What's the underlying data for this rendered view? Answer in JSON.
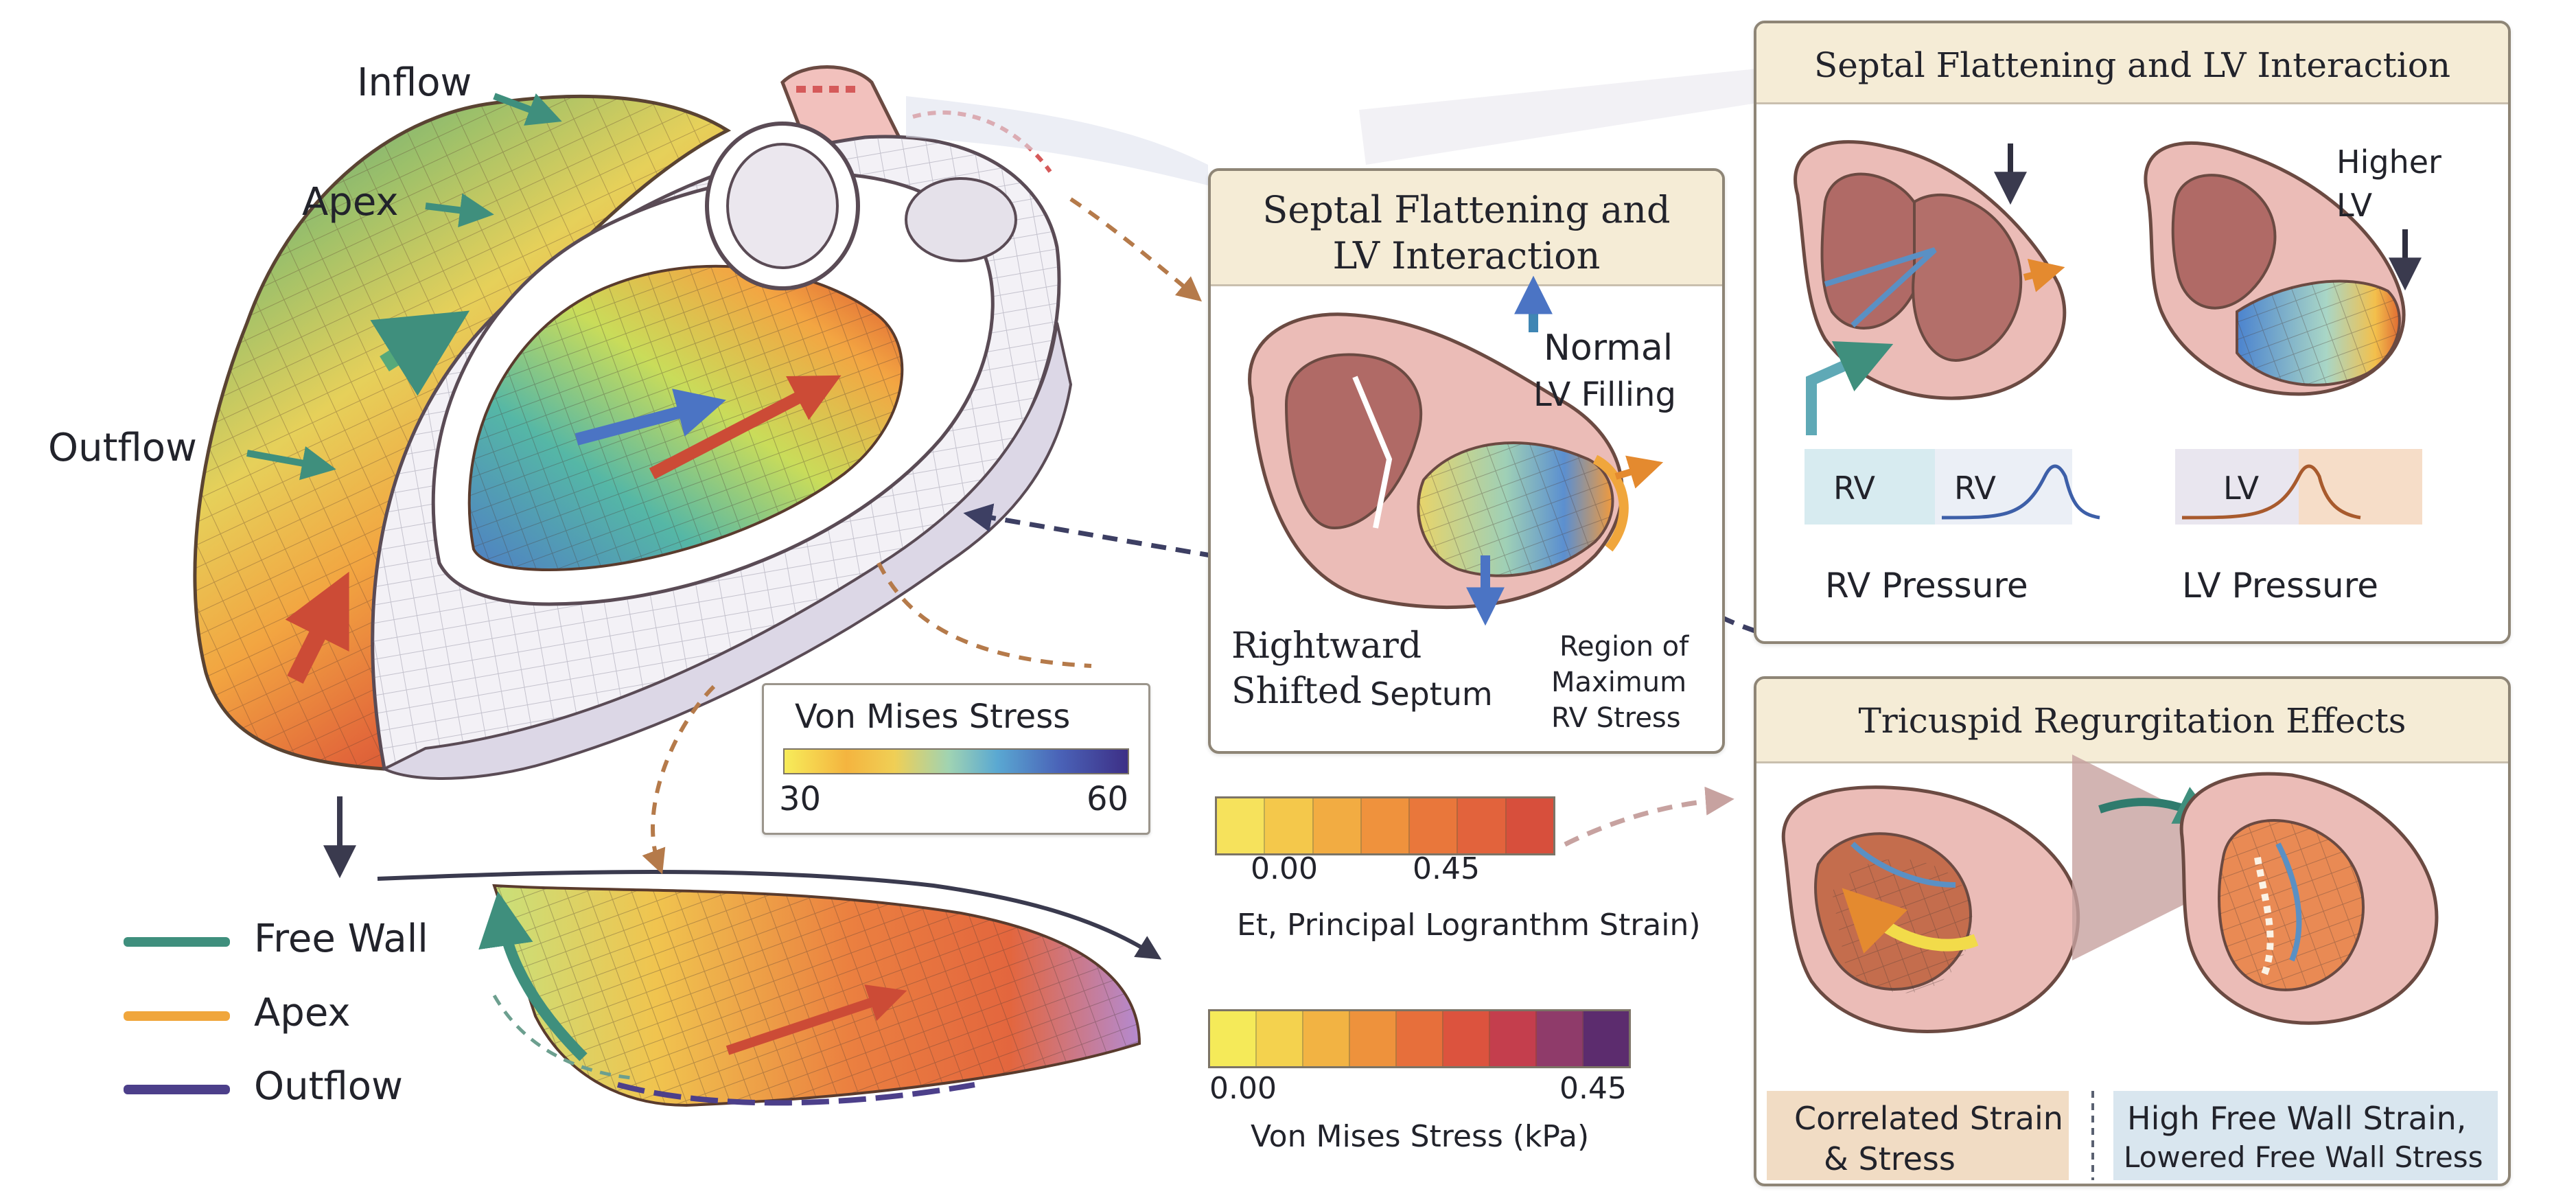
{
  "heart": {
    "label_inflow": "Inflow",
    "label_apex": "Apex",
    "label_outflow": "Outflow"
  },
  "legend": {
    "items": [
      {
        "label": "Free Wall",
        "color": "#3f8f7d"
      },
      {
        "label": "Apex",
        "color": "#f0a63c"
      },
      {
        "label": "Outflow",
        "color": "#4c3f8a"
      }
    ]
  },
  "von_mises_scale": {
    "title": "Von Mises Stress",
    "min_label": "30",
    "max_label": "60"
  },
  "strain_scale": {
    "min_label": "0.00",
    "max_label": "0.45",
    "caption": "Et, Principal Logranthm Strain)"
  },
  "stress_scale": {
    "min_label": "0.00",
    "max_label": "0.45",
    "caption": "Von Mises Stress (kPa)"
  },
  "center_panel": {
    "title_line1": "Septal Flattening and",
    "title_line2": "LV Interaction",
    "normal_label": "Normal",
    "lv_filling_label": "LV Filling",
    "rightward_line1": "Rightward",
    "rightward_line2": "Shifted",
    "septum_label": "Septum",
    "region_line1": "Region of",
    "region_line2": "Maximum",
    "region_line3": "RV Stress"
  },
  "right_top_panel": {
    "title": "Septal Flattening and LV Interaction",
    "higher_line1": "Higher",
    "higher_line2": "LV",
    "rv_label_a": "RV",
    "rv_label_b": "RV",
    "lv_label": "LV",
    "rv_pressure": "RV Pressure",
    "lv_pressure": "LV Pressure"
  },
  "right_bottom_panel": {
    "title": "Tricuspid Regurgitation Effects",
    "left_caption_line1": "Correlated Strain",
    "left_caption_line2": "& Stress",
    "right_caption_line1": "High Free Wall Strain,",
    "right_caption_line2": "Lowered Free Wall Stress"
  },
  "colors": {
    "free_wall": "#3f8f7d",
    "apex": "#f0a63c",
    "outflow": "#4c3f8a",
    "panel_header": "#f5ecd6",
    "myocardium": "#e9b8b4",
    "dashed_arrow": "#b57a4a",
    "dashed_blue": "#3d3f63"
  }
}
